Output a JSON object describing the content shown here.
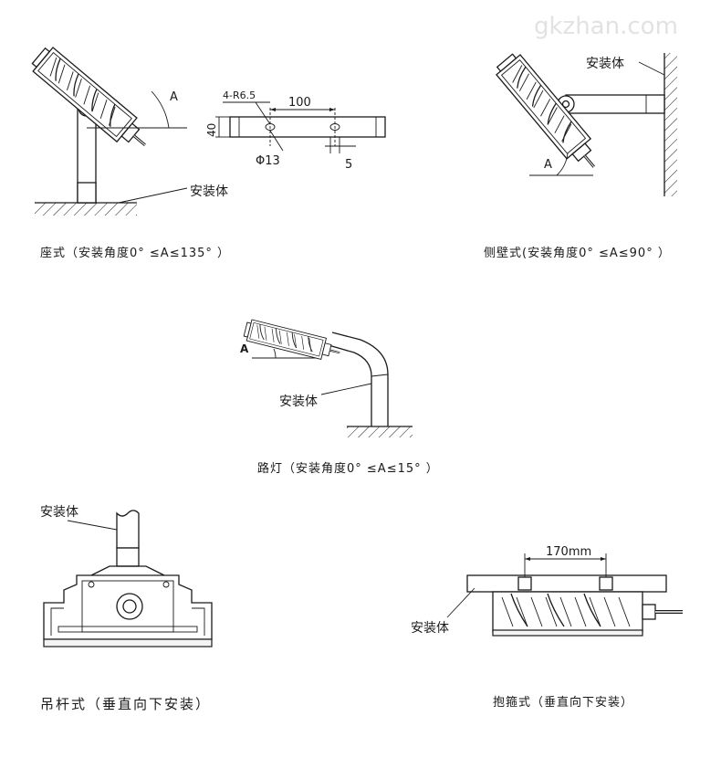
{
  "watermark": "gkzhan.com",
  "mount_body_label": "安装体",
  "angle_label": "A",
  "bracket": {
    "hole_label": "4-R6.5",
    "spacing": "100",
    "height": "40",
    "diameter": "Φ13",
    "offset": "5"
  },
  "clamp_spacing": "170mm",
  "captions": {
    "seat": "座式（安装角度0° ≤A≤135° ）",
    "wall": "侧壁式(安装角度0° ≤A≤90° ）",
    "street": "路灯（安装角度0° ≤A≤15° ）",
    "pendant": "吊杆式（垂直向下安装）",
    "clamp": "抱箍式（垂直向下安装）"
  }
}
